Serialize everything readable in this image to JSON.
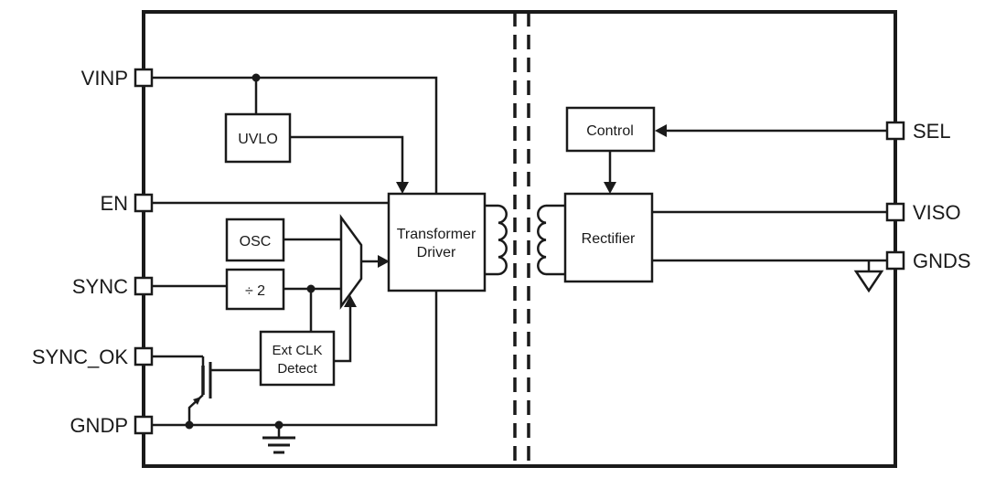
{
  "diagram": {
    "colors": {
      "line": "#1a1a1a",
      "background": "#ffffff"
    },
    "pins": {
      "left": [
        {
          "id": "vinp",
          "label": "VINP"
        },
        {
          "id": "en",
          "label": "EN"
        },
        {
          "id": "sync",
          "label": "SYNC"
        },
        {
          "id": "sync_ok",
          "label": "SYNC_OK"
        },
        {
          "id": "gndp",
          "label": "GNDP"
        }
      ],
      "right": [
        {
          "id": "sel",
          "label": "SEL"
        },
        {
          "id": "viso",
          "label": "VISO"
        },
        {
          "id": "gnds",
          "label": "GNDS"
        }
      ]
    },
    "blocks": {
      "uvlo": {
        "label": "UVLO"
      },
      "osc": {
        "label": "OSC"
      },
      "div2": {
        "label": "÷ 2"
      },
      "ext_clk_detect": {
        "line1": "Ext CLK",
        "line2": "Detect"
      },
      "transformer_driver": {
        "line1": "Transformer",
        "line2": "Driver"
      },
      "control": {
        "label": "Control"
      },
      "rectifier": {
        "label": "Rectifier"
      }
    }
  }
}
